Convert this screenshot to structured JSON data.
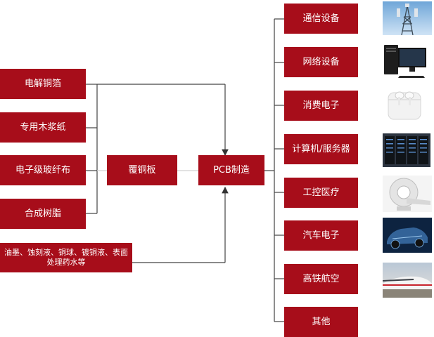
{
  "inputs": [
    {
      "label": "电解铜箔"
    },
    {
      "label": "专用木浆纸"
    },
    {
      "label": "电子级玻纤布"
    },
    {
      "label": "合成树脂"
    }
  ],
  "chemicals": {
    "label": "油墨、蚀刻液、铜球、镀铜液、表面处理药水等"
  },
  "ccl": {
    "label": "覆铜板"
  },
  "pcb": {
    "label": "PCB制造"
  },
  "applications": [
    {
      "label": "通信设备",
      "icon": "telecom-tower-icon"
    },
    {
      "label": "网络设备",
      "icon": "desktop-computer-icon"
    },
    {
      "label": "消费电子",
      "icon": "earbuds-icon"
    },
    {
      "label": "计算机/服务器",
      "icon": "server-rack-icon"
    },
    {
      "label": "工控医疗",
      "icon": "mri-scanner-icon"
    },
    {
      "label": "汽车电子",
      "icon": "car-chassis-icon"
    },
    {
      "label": "高铁航空",
      "icon": "high-speed-train-icon"
    },
    {
      "label": "其他"
    }
  ],
  "colors": {
    "box": "#a70d1a",
    "line": "#444444",
    "accent_link": "#d0d0d0"
  }
}
